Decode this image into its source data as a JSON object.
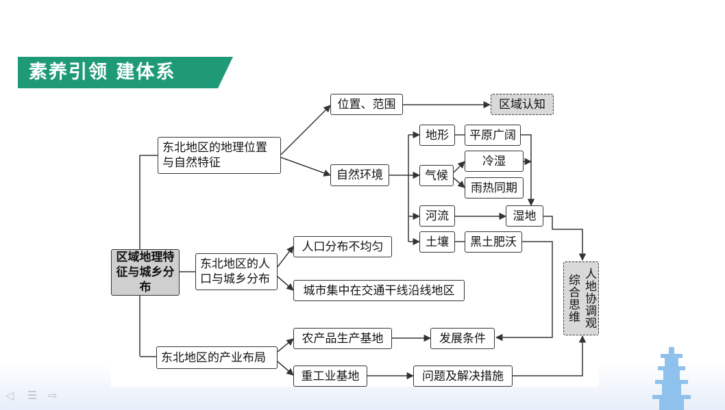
{
  "header": {
    "title": "素养引领  建体系"
  },
  "nodes": {
    "root": "区域地理特征与城乡分布",
    "b1": "东北地区的地理位置与自然特征",
    "b2": "东北地区的人口与城乡分布",
    "b3": "东北地区的产业布局",
    "position": "位置、范围",
    "region_cognition": "区域认知",
    "nature": "自然环境",
    "landform": "地形",
    "plain": "平原广阔",
    "climate": "气候",
    "cold_humid": "冷湿",
    "rain_heat": "雨热同期",
    "river": "河流",
    "wetland": "湿地",
    "soil": "土壤",
    "black_soil": "黑土肥沃",
    "pop_uneven": "人口分布不均匀",
    "city_traffic": "城市集中在交通干线沿线地区",
    "agri_base": "农产品生产基地",
    "dev_cond": "发展条件",
    "heavy_ind": "重工业基地",
    "problems": "问题及解决措施",
    "synthesis": "综合思维",
    "harmony": "人地协调观"
  },
  "colors": {
    "banner": "#1f9a77",
    "gray_box": "#cfcfcf",
    "line": "#333333"
  },
  "footer": {
    "icons": [
      "prev-icon",
      "menu-icon",
      "next-icon"
    ]
  }
}
